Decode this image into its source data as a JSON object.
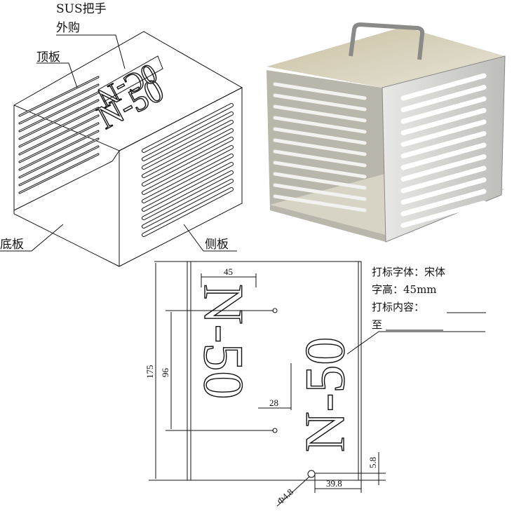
{
  "labels": {
    "handle": "SUS把手",
    "handle_sub": "外购",
    "top_plate": "顶板",
    "bottom_plate": "底板",
    "side_plate": "侧板"
  },
  "engraving": {
    "text": "N-50",
    "text_mirror": "0C-N",
    "font_line": "打标字体：宋体",
    "height_line": "字高：45mm",
    "content_line": "打标内容：",
    "to_line": "至"
  },
  "dimensions": {
    "width": "45",
    "height_total": "175",
    "hole_spacing": "96",
    "gap": "28",
    "edge_offset": "5.8",
    "hole_x": "39.8",
    "hole_dia": "Φ4.8"
  },
  "colors": {
    "line": "#111111",
    "metal_light": "#d9d6c8",
    "metal_dark": "#9a9890"
  }
}
